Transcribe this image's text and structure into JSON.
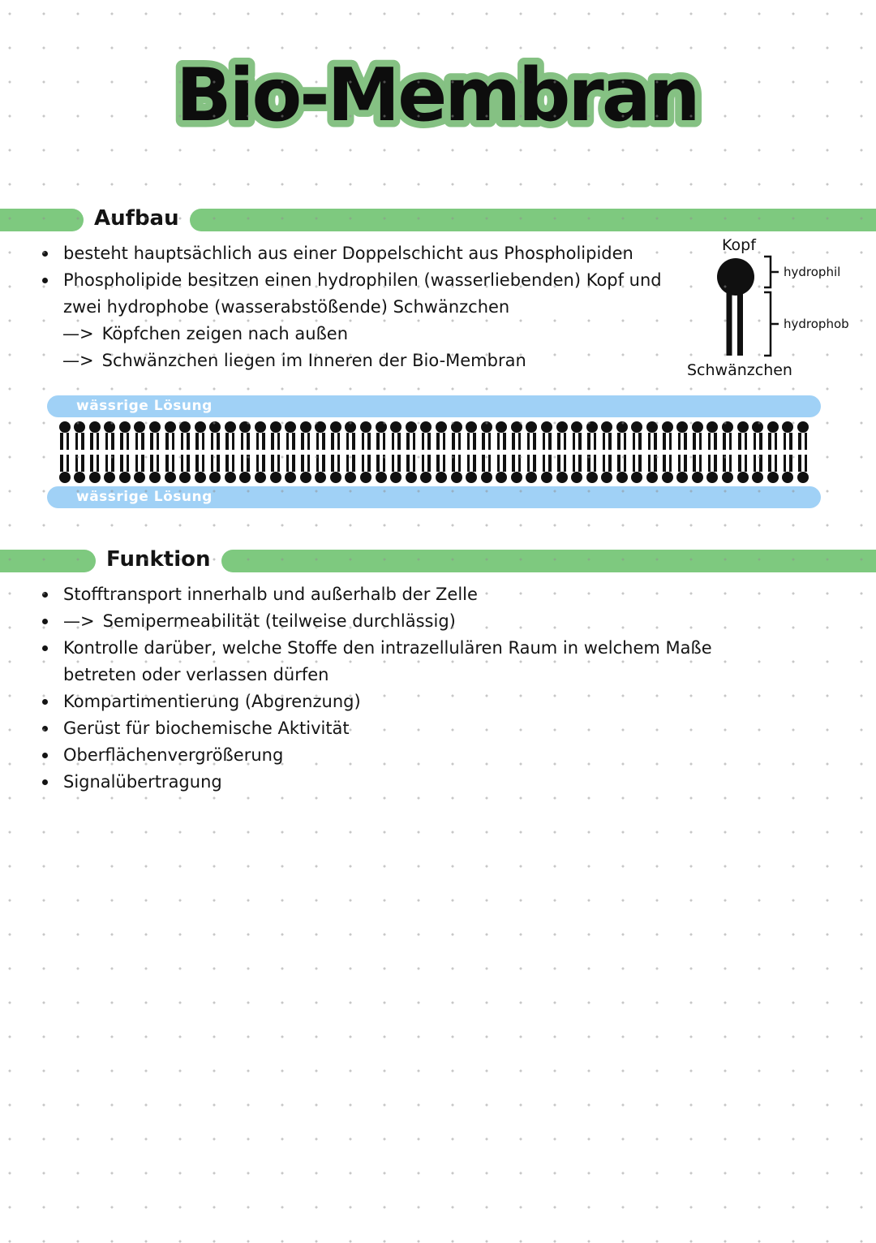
{
  "page": {
    "title": "Bio-Membran"
  },
  "glyphs": {
    "arrow": "—>",
    "bullet": "•"
  },
  "colors": {
    "green": "#7ec97f",
    "title_outline": "#85c183",
    "blue": "#a0d1f6",
    "ink": "#141414"
  },
  "aufbau": {
    "header": "Aufbau",
    "items": [
      {
        "type": "bullet",
        "text": "besteht hauptsächlich aus einer Doppelschicht aus Phospholipiden"
      },
      {
        "type": "bullet",
        "text": "Phospholipide besitzen einen hydrophilen (wasserliebenden) Kopf und\nzwei hydrophobe (wasserabstößende) Schwänzchen"
      },
      {
        "type": "arrow",
        "text": "Köpfchen zeigen nach außen"
      },
      {
        "type": "arrow",
        "text": "Schwänzchen liegen im Inneren der Bio-Membran"
      }
    ],
    "lipid_diagram": {
      "head_label": "Kopf",
      "tail_label": "Schwänzchen",
      "hydrophilic_label": "hydrophil",
      "hydrophobic_label": "hydrophob"
    },
    "membrane": {
      "top_label": "wässrige Lösung",
      "bottom_label": "wässrige Lösung",
      "phospholipid_count": 50
    }
  },
  "funktion": {
    "header": "Funktion",
    "items": [
      {
        "type": "bullet",
        "text": "Stofftransport innerhalb und außerhalb der Zelle"
      },
      {
        "type": "bullet_arrow",
        "text": "Semipermeabilität (teilweise durchlässig)"
      },
      {
        "type": "bullet",
        "text": "Kontrolle darüber, welche Stoffe den intrazellulären Raum in welchem Maße\nbetreten oder verlassen dürfen"
      },
      {
        "type": "bullet",
        "text": "Kompartimentierung (Abgrenzung)"
      },
      {
        "type": "bullet",
        "text": "Gerüst für biochemische Aktivität"
      },
      {
        "type": "bullet",
        "text": "Oberflächenvergrößerung"
      },
      {
        "type": "bullet",
        "text": "Signalübertragung"
      }
    ]
  }
}
